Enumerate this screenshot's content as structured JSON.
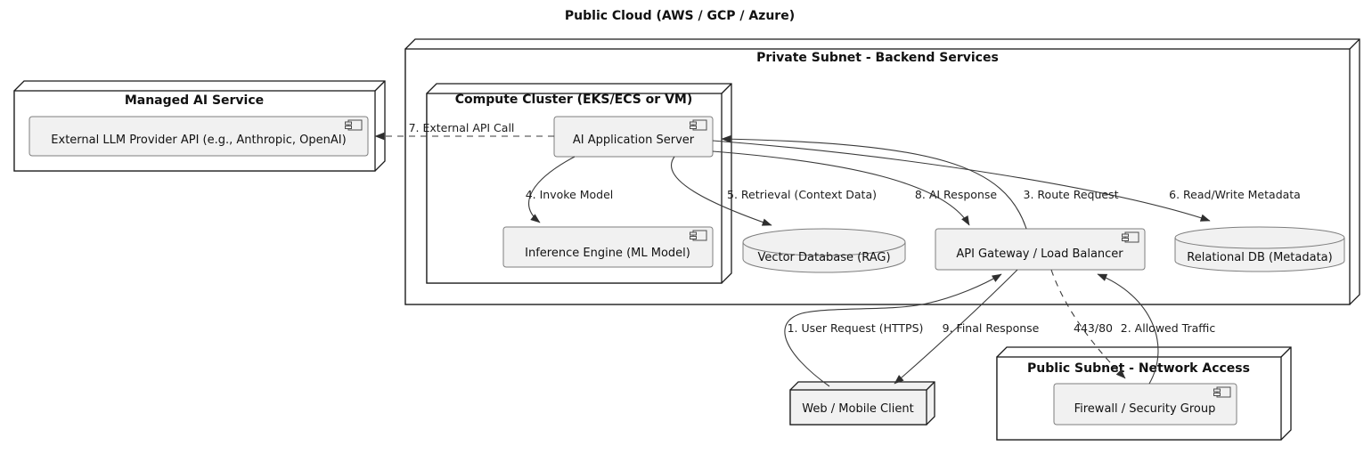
{
  "diagram": {
    "title": "Public Cloud (AWS / GCP / Azure)"
  },
  "nodes": {
    "managed_ai": {
      "title": "Managed AI Service"
    },
    "private_subnet": {
      "title": "Private Subnet - Backend Services"
    },
    "compute_cluster": {
      "title": "Compute Cluster (EKS/ECS or VM)"
    },
    "public_subnet": {
      "title": "Public Subnet - Network Access"
    },
    "web_client": {
      "title": "Web / Mobile Client"
    }
  },
  "components": {
    "llm_api": {
      "label": "External LLM Provider API (e.g., Anthropic, OpenAI)"
    },
    "app_server": {
      "label": "AI Application Server"
    },
    "inference_engine": {
      "label": "Inference Engine (ML Model)"
    },
    "api_gateway": {
      "label": "API Gateway / Load Balancer"
    },
    "firewall": {
      "label": "Firewall / Security Group"
    }
  },
  "databases": {
    "vector_db": {
      "label": "Vector Database (RAG)"
    },
    "relational_db": {
      "label": "Relational DB (Metadata)"
    }
  },
  "edges": {
    "user_request": {
      "label": "1. User Request (HTTPS)",
      "style": "solid"
    },
    "allowed_traffic": {
      "label": "2. Allowed Traffic",
      "style": "solid"
    },
    "route_request": {
      "label": "3. Route Request",
      "style": "solid"
    },
    "invoke_model": {
      "label": "4. Invoke Model",
      "style": "solid"
    },
    "retrieval": {
      "label": "5. Retrieval (Context Data)",
      "style": "solid"
    },
    "read_write_metadata": {
      "label": "6. Read/Write Metadata",
      "style": "solid"
    },
    "external_api_call": {
      "label": "7. External API Call",
      "style": "dashed"
    },
    "ai_response": {
      "label": "8. AI Response",
      "style": "solid"
    },
    "final_response": {
      "label": "9. Final Response",
      "style": "solid"
    },
    "ports": {
      "label": "443/80",
      "style": "dashed"
    }
  },
  "colors": {
    "background": "#ffffff",
    "node_border": "#1b1b1b",
    "component_fill": "#f1f1f1",
    "component_border": "#7e7e7e",
    "edge": "#3a3a3a",
    "text": "#111111"
  }
}
